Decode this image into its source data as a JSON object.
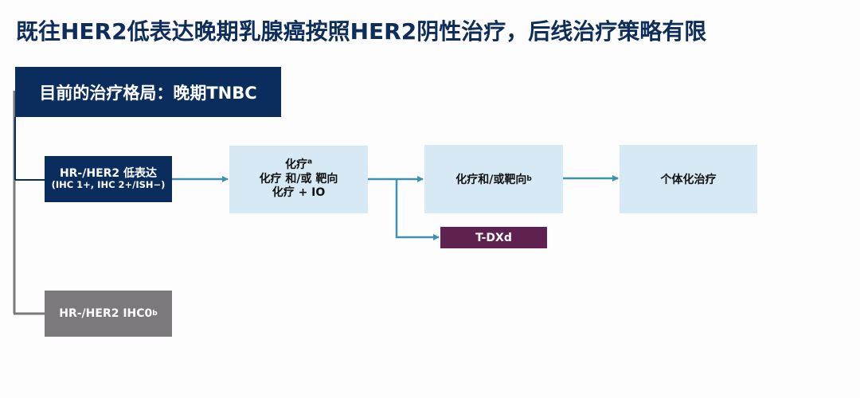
{
  "title": "既往HER2低表达晚期乳腺癌按照HER2阴性治疗，后线治疗策略有限",
  "header_box": {
    "label": "目前的治疗格局：晚期TNBC"
  },
  "branches": {
    "her2_low": {
      "line1": "HR-/HER2 低表达",
      "line2": "(IHC 1+, IHC 2+/ISH−)"
    },
    "ihc0": {
      "label": "HR-/HER2 IHC0",
      "sup": "b"
    }
  },
  "flow": {
    "first_line": {
      "line1": "化疗",
      "line1_sup": "a",
      "line2": "化疗 和/或 靶向",
      "line3": "化疗 + IO"
    },
    "second_line": {
      "label": "化疗和/或靶向",
      "sup": "b"
    },
    "third_line": {
      "label": "个体化治疗"
    },
    "tdxd": {
      "label": "T-DXd"
    }
  },
  "colors": {
    "navy": "#0b2d5e",
    "gray": "#7b797b",
    "light_blue": "#d6e9f4",
    "arrow_teal": "#3b93b1",
    "purple": "#5e2150"
  }
}
